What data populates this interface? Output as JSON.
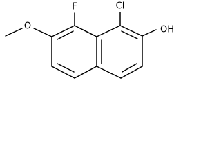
{
  "molecule": {
    "atom_labels": {
      "chlorine": "Cl",
      "fluorine": "F",
      "hydroxyl": "OH",
      "methoxy_oxygen": "O"
    },
    "colors": {
      "bond": "#000000",
      "label": "#000000",
      "background": "#ffffff"
    }
  }
}
